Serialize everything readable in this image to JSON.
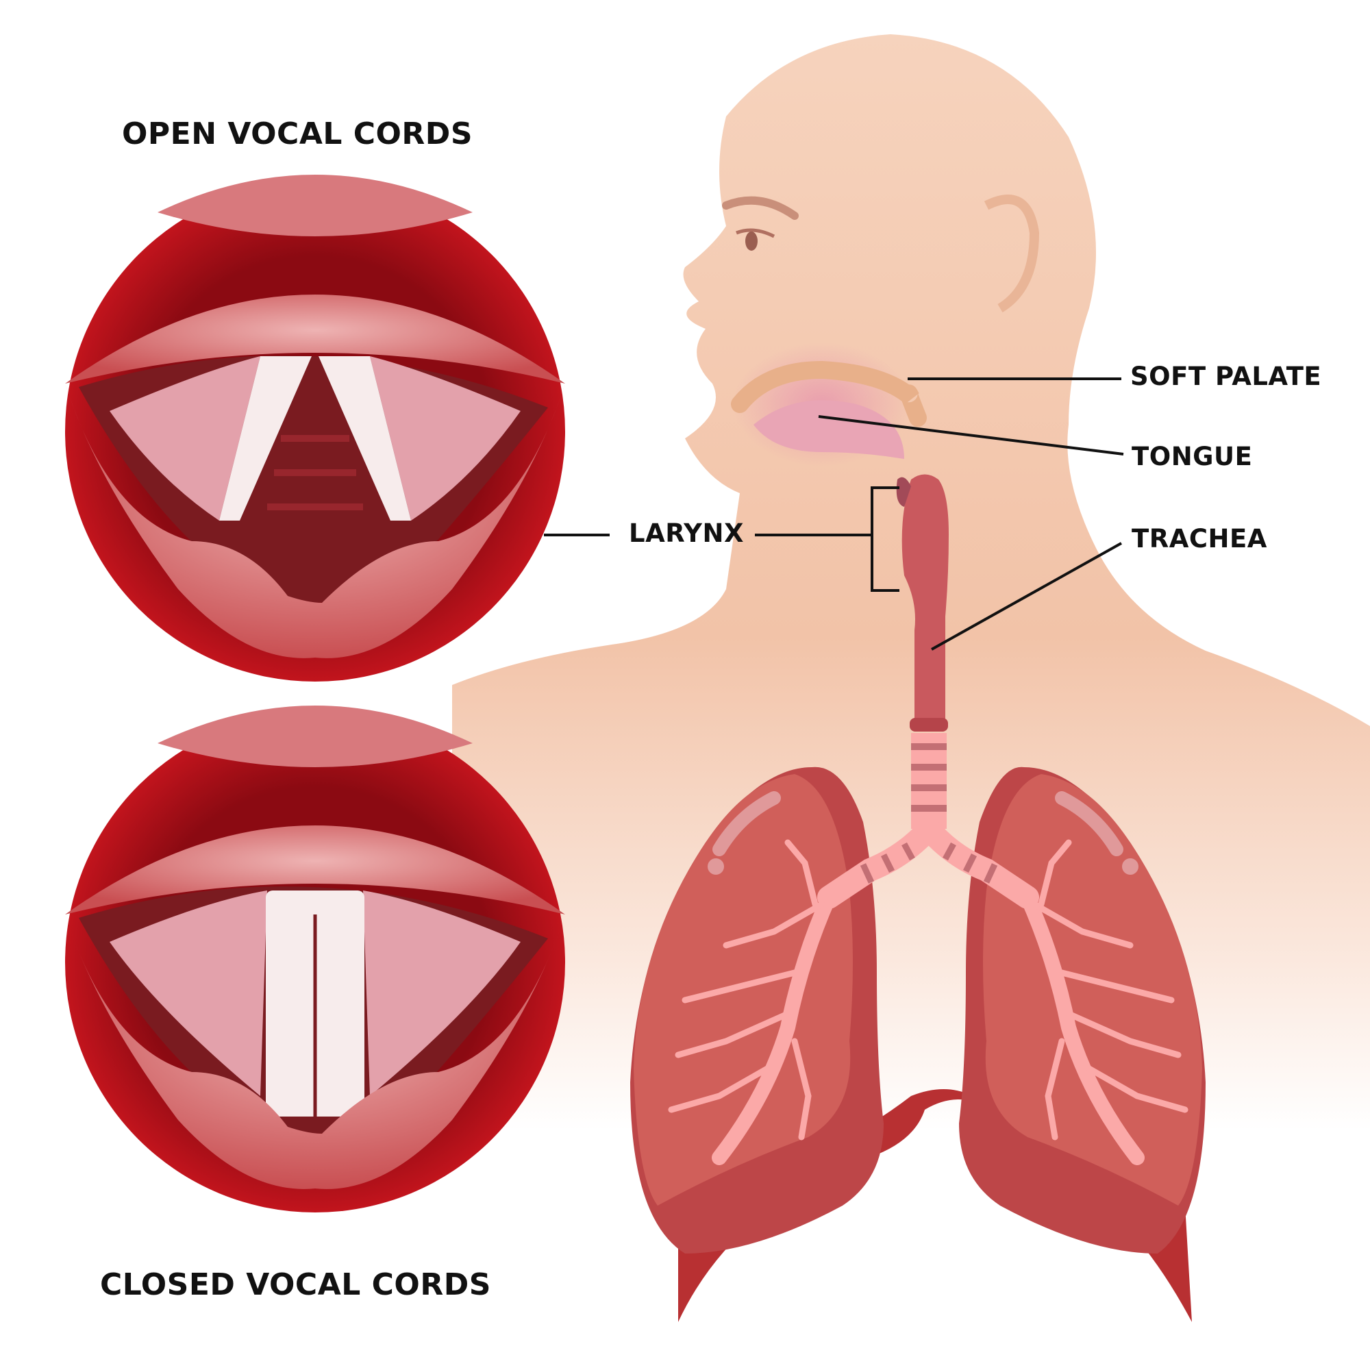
{
  "titles": {
    "open": "OPEN VOCAL CORDS",
    "closed": "CLOSED VOCAL CORDS"
  },
  "labels": {
    "soft_palate": "SOFT PALATE",
    "tongue": "TONGUE",
    "trachea": "TRACHEA",
    "larynx": "LARYNX"
  },
  "colors": {
    "skin": "#f3c6ab",
    "lung": "#d05f5a",
    "lung_dark": "#bd4648",
    "bronchi": "#fcaaa9",
    "diaphragm": "#b83032",
    "circle_red": "#b5121b",
    "vocal_fold": "#f7ecec",
    "text": "#111111"
  }
}
